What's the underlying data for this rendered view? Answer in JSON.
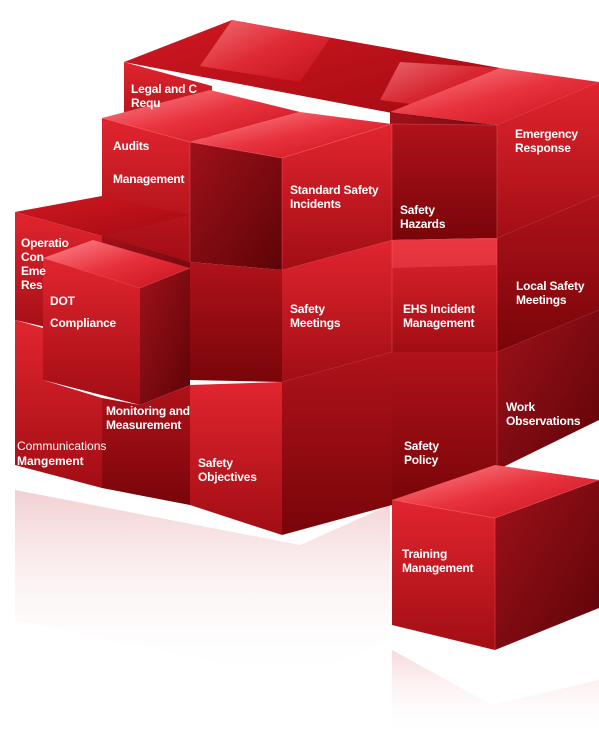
{
  "colors": {
    "top_light": "#f25a63",
    "top_dark": "#c0101c",
    "front_light": "#d41a24",
    "front_dark": "#8c0a10",
    "side_light": "#9a0f15",
    "side_dark": "#5a0508",
    "label": "#ffffff"
  },
  "blocks": {
    "legal": "Legal and Compliance Requirements",
    "legal_lines": [
      "Legal and C",
      "Requ"
    ],
    "audits": [
      "Audits",
      "Management"
    ],
    "standard_incidents": [
      "Standard Safety",
      "Incidents"
    ],
    "safety_hazards": [
      "Safety",
      "Hazards"
    ],
    "emergency_response": [
      "Emergency",
      "Response"
    ],
    "operations": [
      "Operatio",
      "Con",
      "Eme",
      "Res"
    ],
    "dot_compliance": [
      "DOT",
      "Compliance"
    ],
    "safety_meetings": [
      "Safety",
      "Meetings"
    ],
    "ehs_incident": [
      "EHS Incident",
      "Management"
    ],
    "local_safety": [
      "Local Safety",
      "Meetings"
    ],
    "communications": [
      "Communications",
      "Mangement"
    ],
    "monitoring": [
      "Monitoring and",
      "Measurement"
    ],
    "safety_objectives": [
      "Safety",
      "Objectives"
    ],
    "safety_policy": [
      "Safety",
      "Policy"
    ],
    "work_observations": [
      "Work",
      "Observations"
    ],
    "training": [
      "Training",
      "Management"
    ]
  }
}
